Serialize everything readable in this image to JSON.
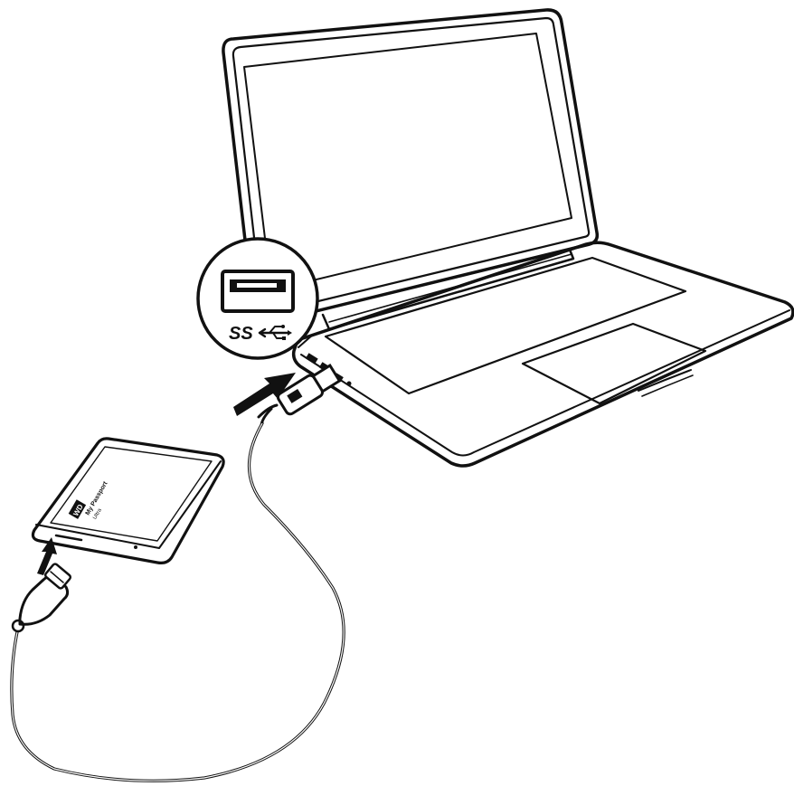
{
  "colors": {
    "line": "#111111",
    "background": "#ffffff"
  },
  "icons": {
    "usb_port": "usb-a-port-icon",
    "superspeed": "superspeed-usb-logo",
    "insert_arrow": "arrow-icon"
  },
  "callout": {
    "ss_label": "SS"
  },
  "drive": {
    "brand_logo": "WD",
    "product_line1": "My Passport",
    "product_line2": "Ultra"
  }
}
